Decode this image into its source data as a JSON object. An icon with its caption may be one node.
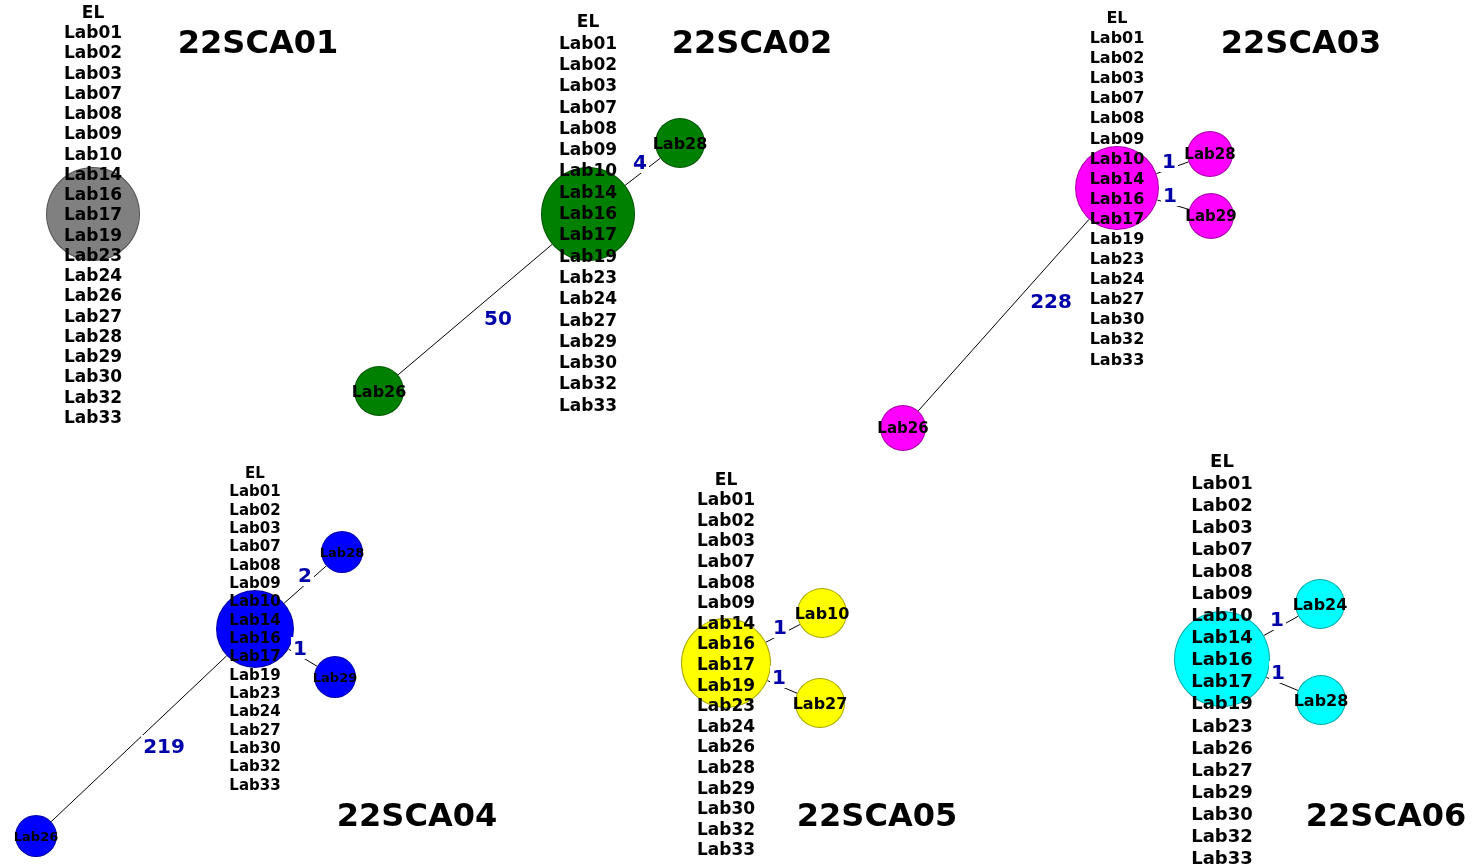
{
  "diagram": {
    "nodes": [
      {
        "text": [
          "EL",
          "Lab01 Lab02 Lab03 Lab07 Lab08 Lab09 Lab10 Lab14 Lab16 Lab17 Lab19 Lab23 Lab24 Lab26 Lab27 Lab28 Lab29 Lab30 Lab32 Lab33"
        ]
      },
      {
        "text": [
          "EL",
          "Lab01 Lab02 Lab03 Lab07 Lab08 Lab09 Lab10 Lab14 Lab16 Lab17 Lab19 Lab23 Lab24 Lab27 Lab29 Lab30 Lab32 Lab33"
        ]
      },
      {
        "text": [
          "Lab28"
        ]
      },
      {
        "text": [
          "Lab26"
        ]
      },
      {
        "text": [
          "EL",
          "Lab01 Lab02 Lab03 Lab07 Lab08 Lab09 Lab10 Lab14 Lab16 Lab17 Lab19 Lab23 Lab24 Lab27 Lab30 Lab32 Lab33"
        ]
      },
      {
        "text": [
          "Lab28"
        ]
      },
      {
        "text": [
          "Lab29"
        ]
      },
      {
        "text": [
          "Lab26"
        ]
      },
      {
        "text": [
          "EL",
          "Lab01 Lab02 Lab03 Lab07 Lab08 Lab09 Lab10 Lab14 Lab16 Lab17 Lab19 Lab23 Lab24 Lab27 Lab30 Lab32 Lab33"
        ]
      },
      {
        "text": [
          "Lab28"
        ]
      },
      {
        "text": [
          "Lab29"
        ]
      },
      {
        "text": [
          "Lab26"
        ]
      },
      {
        "text": [
          "EL",
          "Lab01 Lab02 Lab03 Lab07 Lab08 Lab09 Lab14 Lab16 Lab17 Lab19 Lab23 Lab24 Lab26 Lab28 Lab29 Lab30 Lab32 Lab33"
        ]
      },
      {
        "text": [
          "Lab10"
        ]
      },
      {
        "text": [
          "Lab27"
        ]
      },
      {
        "text": [
          "EL",
          "Lab01 Lab02 Lab03 Lab07 Lab08 Lab09 Lab10 Lab14 Lab16 Lab17 Lab19 Lab23 Lab26 Lab27 Lab29 Lab30 Lab32 Lab33"
        ]
      },
      {
        "text": [
          "Lab24"
        ]
      },
      {
        "text": [
          "Lab28"
        ]
      }
    ],
    "edges": [
      {
        "from": 1,
        "to": 2,
        "arrow": "none",
        "label": "4"
      },
      {
        "from": 1,
        "to": 3,
        "arrow": "none",
        "label": "50"
      },
      {
        "from": 4,
        "to": 5,
        "arrow": "none",
        "label": "1"
      },
      {
        "from": 4,
        "to": 6,
        "arrow": "none",
        "label": "1"
      },
      {
        "from": 4,
        "to": 7,
        "arrow": "none",
        "label": "228"
      },
      {
        "from": 8,
        "to": 9,
        "arrow": "none",
        "label": "2"
      },
      {
        "from": 8,
        "to": 10,
        "arrow": "none",
        "label": "1"
      },
      {
        "from": 8,
        "to": 11,
        "arrow": "none",
        "label": "219"
      },
      {
        "from": 12,
        "to": 13,
        "arrow": "none",
        "label": "1"
      },
      {
        "from": 12,
        "to": 14,
        "arrow": "none",
        "label": "1"
      },
      {
        "from": 15,
        "to": 16,
        "arrow": "none",
        "label": "1"
      },
      {
        "from": 15,
        "to": 17,
        "arrow": "none",
        "label": "1"
      }
    ],
    "labels": [
      "22SCA01",
      "22SCA02",
      "22SCA03",
      "22SCA04",
      "22SCA05",
      "22SCA06"
    ]
  }
}
